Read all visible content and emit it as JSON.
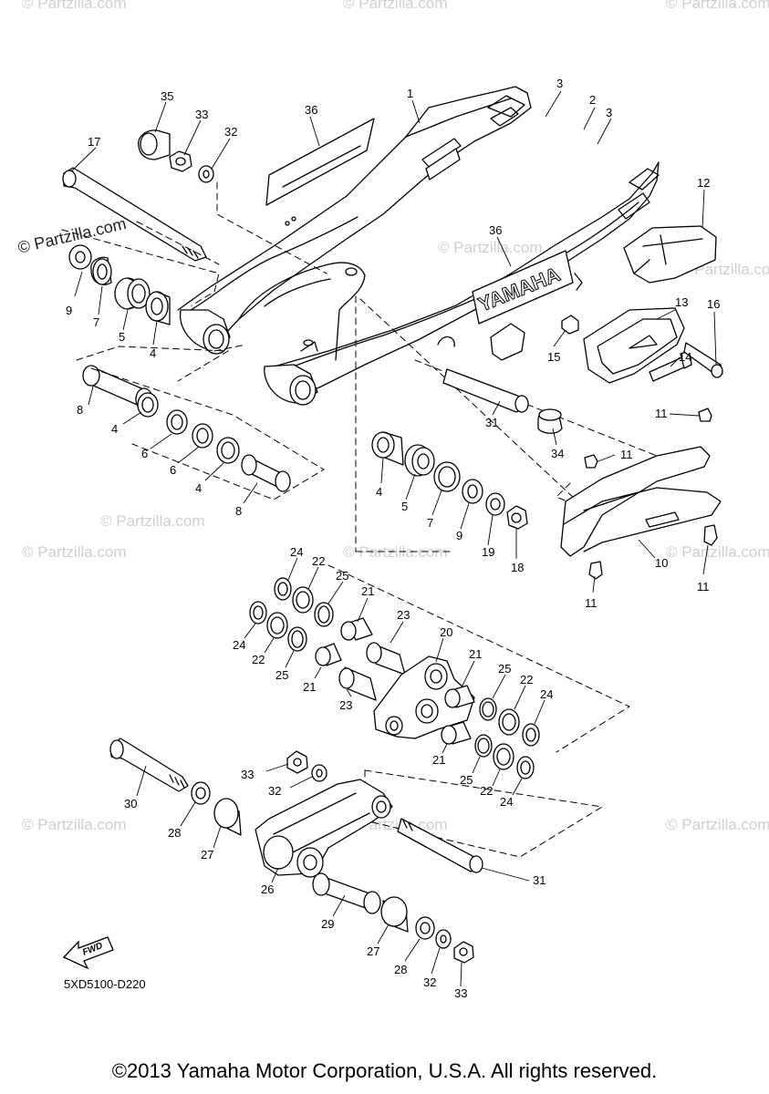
{
  "watermark": "© Partzilla.com",
  "logo_text": "© Partzilla.com",
  "brand_mark": "YAMAHA",
  "fwd_label": "FWD",
  "diagram_code": "5XD5100-D220",
  "copyright": "©2013 Yamaha Motor Corporation, U.S.A. All rights reserved.",
  "callouts": [
    "1",
    "2",
    "3",
    "3",
    "4",
    "4",
    "4",
    "4",
    "5",
    "5",
    "6",
    "6",
    "7",
    "7",
    "8",
    "8",
    "9",
    "9",
    "10",
    "11",
    "11",
    "11",
    "11",
    "12",
    "13",
    "14",
    "15",
    "16",
    "17",
    "18",
    "19",
    "20",
    "21",
    "21",
    "21",
    "21",
    "22",
    "22",
    "22",
    "22",
    "23",
    "23",
    "24",
    "24",
    "24",
    "24",
    "25",
    "25",
    "25",
    "25",
    "26",
    "27",
    "27",
    "28",
    "28",
    "29",
    "30",
    "31",
    "31",
    "32",
    "32",
    "32",
    "33",
    "33",
    "33",
    "34",
    "35",
    "36",
    "36"
  ]
}
